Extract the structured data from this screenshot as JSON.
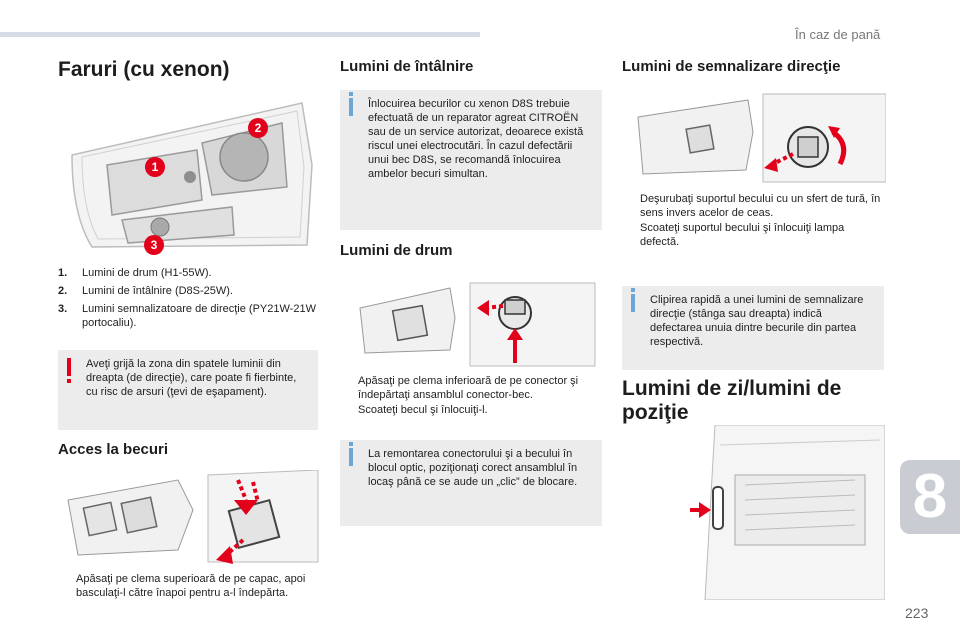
{
  "header": {
    "section": "În caz de pană"
  },
  "chapter_number": "8",
  "page_number": "223",
  "col1": {
    "title": "Faruri (cu xenon)",
    "callout_numbers": [
      "1",
      "2",
      "3"
    ],
    "legend": [
      {
        "num": "1.",
        "text": "Lumini de drum (H1-55W)."
      },
      {
        "num": "2.",
        "text": "Lumini de întâlnire (D8S-25W)."
      },
      {
        "num": "3.",
        "text": "Lumini semnalizatoare de direcţie (PY21W-21W portocaliu)."
      }
    ],
    "warning": "Aveţi grijă la zona din spatele luminii din dreapta (de direcţie), care poate fi fierbinte, cu risc de arsuri (ţevi de eşapament).",
    "access_title": "Acces la becuri",
    "access_steps": [
      "Apăsaţi pe clema superioară de pe capac, apoi basculaţi-l către înapoi pentru a-l îndepărta."
    ]
  },
  "col2": {
    "low_title": "Lumini de întâlnire",
    "low_info": "Înlocuirea becurilor cu xenon D8S trebuie efectuată de un reparator agreat CITROËN sau de un service autorizat, deoarece există riscul unei electrocutări. În cazul defectării unui bec D8S, se recomandă înlocuirea ambelor becuri simultan.",
    "high_title": "Lumini de drum",
    "high_steps": [
      "Apăsaţi pe clema inferioară de pe conector şi îndepărtaţi ansamblul conector-bec.",
      "Scoateţi becul şi înlocuiţi-l."
    ],
    "high_info": "La remontarea conectorului şi a becului în blocul optic, poziţionaţi corect ansamblul în locaş până ce se aude un „clic” de blocare."
  },
  "col3": {
    "turn_title": "Lumini de semnalizare direcţie",
    "turn_steps": [
      "Deşurubaţi suportul becului cu un sfert de tură, în sens invers acelor de ceas.",
      "Scoateţi suportul becului şi înlocuiţi lampa defectă."
    ],
    "turn_info": "Clipirea rapidă a unei lumini de semnalizare direcţie (stânga sau dreapta) indică defectarea unuia dintre becurile din partea respectivă.",
    "drl_title": "Lumini de zi/lumini de poziţie"
  },
  "symbols": {
    "bullet": "",
    "step_icon": "arrow-right-icon"
  },
  "colors": {
    "accent_red": "#e2001a",
    "info_blue": "#6aa6d8",
    "box_grey": "#ececec"
  }
}
